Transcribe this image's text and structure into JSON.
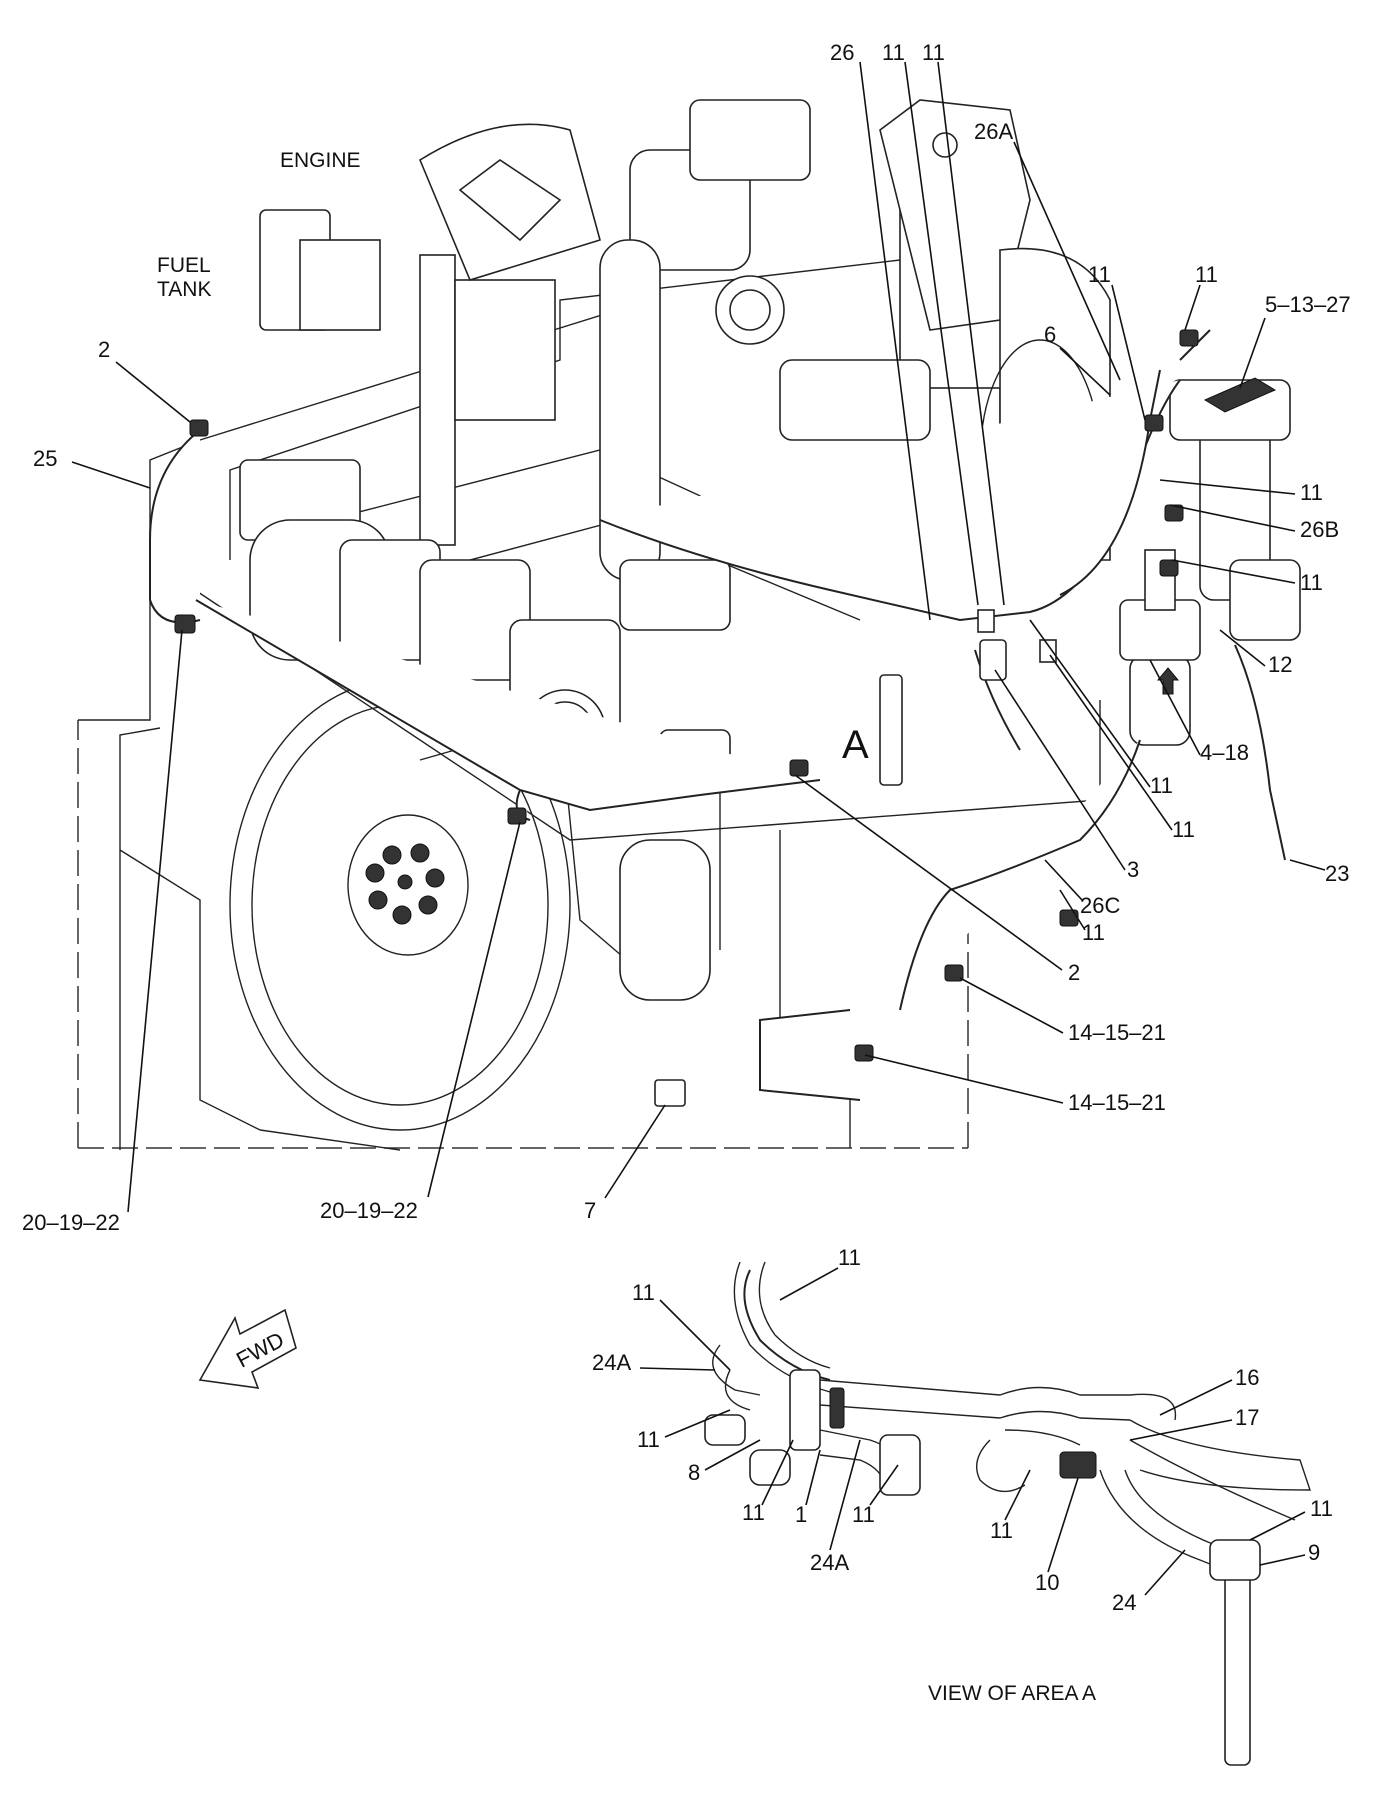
{
  "labels": {
    "engine": "ENGINE",
    "fuel_tank_1": "FUEL",
    "fuel_tank_2": "TANK",
    "area_marker": "A",
    "view_caption": "VIEW OF AREA A",
    "fwd": "FWD",
    "c_26": "26",
    "c_11a": "11",
    "c_11b": "11",
    "c_26A": "26A",
    "c_11c": "11",
    "c_11d": "11",
    "c_5_13_27": "5–13–27",
    "c_6": "6",
    "c_2_top": "2",
    "c_25": "25",
    "c_11e": "11",
    "c_26B": "26B",
    "c_11f": "11",
    "c_12": "12",
    "c_4_18": "4–18",
    "c_11g": "11",
    "c_11h": "11",
    "c_3": "3",
    "c_23": "23",
    "c_26C": "26C",
    "c_11i": "11",
    "c_2_mid": "2",
    "c_14_15_21a": "14–15–21",
    "c_14_15_21b": "14–15–21",
    "c_20_19_22a": "20–19–22",
    "c_20_19_22b": "20–19–22",
    "c_7": "7",
    "d_11_top": "11",
    "d_11_left": "11",
    "d_24A_left": "24A",
    "d_11_low": "11",
    "d_8": "8",
    "d_11_mid": "11",
    "d_1": "1",
    "d_11_b": "11",
    "d_24A_bottom": "24A",
    "d_11_c": "11",
    "d_16": "16",
    "d_17": "17",
    "d_10": "10",
    "d_11_right": "11",
    "d_9": "9",
    "d_24": "24"
  }
}
